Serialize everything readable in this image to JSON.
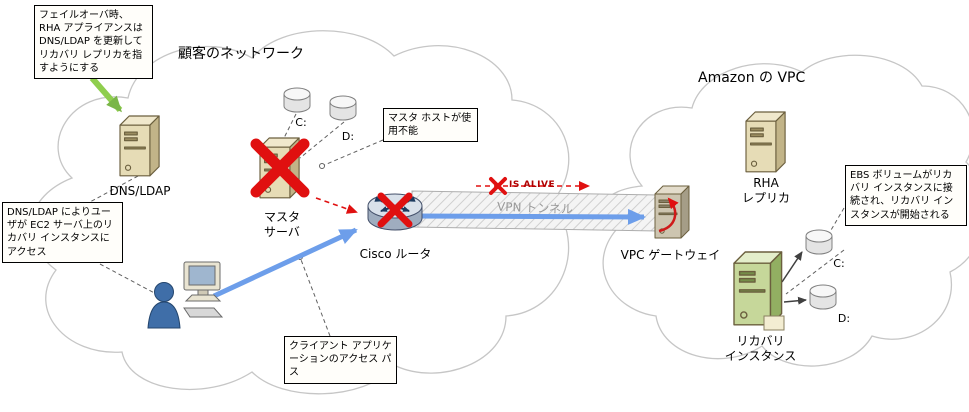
{
  "clouds": {
    "customer_label": "顧客のネットワーク",
    "vpc_label": "Amazon の VPC"
  },
  "notes": {
    "failover": "フェイルオーバ時、RHA アプライアンスは DNS/LDAP を更新してリカバリ レプリカを指すようにする",
    "master_down": "マスタ ホストが使用不能",
    "dns_access": "DNS/LDAP によりユーザが EC2 サーバ上のリカバリ インスタンスにアクセス",
    "client_path": "クライアント アプリケーションのアクセス パス",
    "ebs": "EBS ボリュームがリカバリ インスタンスに接続され、リカバリ インスタンスが開始される"
  },
  "labels": {
    "dns_ldap": "DNS/LDAP",
    "master_server": "マスタ\nサーバ",
    "cisco_router": "Cisco ルータ",
    "vpn_tunnel": "VPN トンネル",
    "is_alive": "IS ALIVE",
    "vpc_gateway": "VPC ゲートウェイ",
    "rha_replica": "RHA\nレプリカ",
    "recovery_instance": "リカバリ\nインスタンス",
    "disk_c_left": "C:",
    "disk_d_left": "D:",
    "disk_c_right": "C:",
    "disk_d_right": "D:"
  },
  "icons": {
    "dns_server": "tower-server",
    "master_server": "tower-server with red error X",
    "client_workstation": "person at computer",
    "cisco_router": "router cylinder with red error X",
    "vpn_tunnel": "hatched tunnel band",
    "vpc_gateway": "gateway box with red swoosh",
    "rha_replica": "tower-server",
    "recovery_instance": "green tower-server",
    "disks": "database cylinders C: and D:"
  },
  "colors": {
    "arrow_blue": "#6d9eea",
    "arrow_green": "#7ab648",
    "error_red": "#e01010",
    "cloud_stroke": "#c6c6c6",
    "tunnel_hatch": "#cfcfcf",
    "server_beige": "#e6dcb6",
    "server_green": "#c6d79a"
  }
}
